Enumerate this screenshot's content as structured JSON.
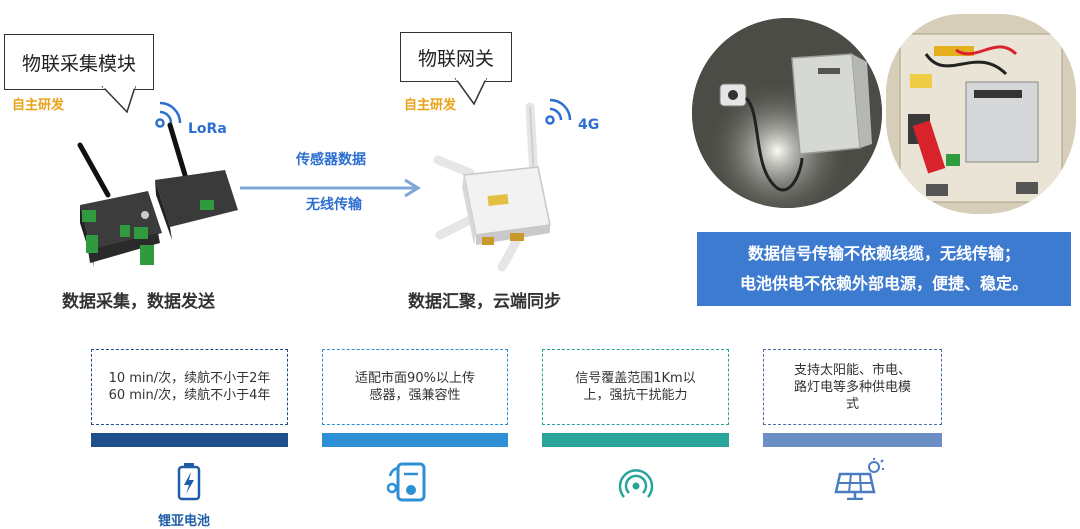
{
  "left_section": {
    "bubble_text": "物联采集模块",
    "tag": "自主研发",
    "signal_label": "LoRa",
    "caption": "数据采集，数据发送"
  },
  "arrow": {
    "label_top": "传感器数据",
    "label_bottom": "无线传输"
  },
  "middle_section": {
    "bubble_text": "物联网关",
    "tag": "自主研发",
    "signal_label": "4G",
    "caption": "数据汇聚，云端同步"
  },
  "info_box": {
    "line1": "数据信号传输不依赖线缆，无线传输；",
    "line2": "电池供电不依赖外部电源，便捷、稳定。"
  },
  "features": [
    {
      "line1": "10 min/次，续航不小于2年",
      "line2": "60 min/次，续航不小于4年",
      "border_color": "#1e4f8a",
      "bar_color": "#1e4f8a",
      "icon": "battery-icon",
      "label": "锂亚电池"
    },
    {
      "line1": "适配市面90%以上传",
      "line2": "感器，强兼容性",
      "border_color": "#2d8fd4",
      "bar_color": "#2d8fd4",
      "icon": "sensor-device-icon",
      "label": ""
    },
    {
      "line1": "信号覆盖范围1Km以",
      "line2": "上，强抗干扰能力",
      "border_color": "#2aa39b",
      "bar_color": "#2aa39b",
      "icon": "wireless-signal-icon",
      "label": ""
    },
    {
      "line1": "支持太阳能、市电、",
      "line2": "路灯电等多种供电模",
      "line3": "式",
      "border_color": "#4a6fa5",
      "bar_color": "#6b8ec4",
      "icon": "solar-panel-icon",
      "label": ""
    }
  ]
}
